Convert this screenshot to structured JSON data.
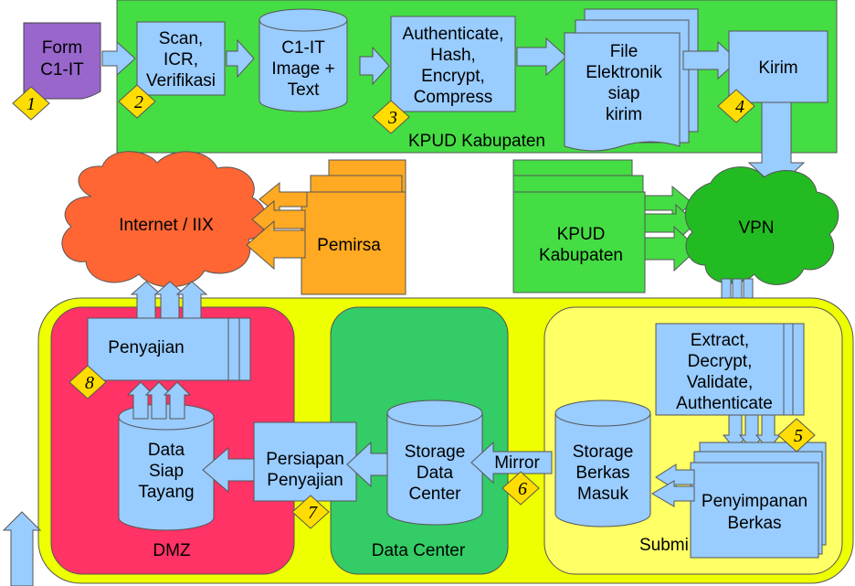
{
  "colors": {
    "kpud_green": "#44dd44",
    "box_blue": "#99ccff",
    "outer_yellow": "#eeff00",
    "dmz_red": "#ff3366",
    "datacenter_green": "#33cc66",
    "submit_yellow": "#ffff66",
    "internet_orange": "#ff6633",
    "vpn_green": "#22bb22",
    "form_purple": "#9966cc",
    "viewer_orange": "#ffaa22",
    "badge_yellow": "#ffdd00"
  },
  "top": {
    "form": [
      "Form",
      "C1-IT"
    ],
    "scan": [
      "Scan,",
      "ICR,",
      "Verifikasi"
    ],
    "c1it_db": [
      "C1-IT",
      "Image +",
      "Text"
    ],
    "auth": [
      "Authenticate,",
      "Hash,",
      "Encrypt,",
      "Compress"
    ],
    "file": [
      "File",
      "Elektronik",
      "siap",
      "kirim"
    ],
    "kirim": "Kirim",
    "kpud_label": "KPUD Kabupaten"
  },
  "middle": {
    "internet": "Internet / IIX",
    "pemirsa": "Pemirsa",
    "kpud": [
      "KPUD",
      "Kabupaten"
    ],
    "vpn": "VPN"
  },
  "bottom": {
    "penyajian": "Penyajian",
    "data_siap": [
      "Data",
      "Siap",
      "Tayang"
    ],
    "dmz_label": "DMZ",
    "persiapan": [
      "Persiapan",
      "Penyajian"
    ],
    "storage_dc": [
      "Storage",
      "Data",
      "Center"
    ],
    "datacenter_label": "Data Center",
    "mirror": "Mirror",
    "storage_masuk": [
      "Storage",
      "Berkas",
      "Masuk"
    ],
    "extract": [
      "Extract,",
      "Decrypt,",
      "Validate,",
      "Authenticate"
    ],
    "penyimpanan": [
      "Penyimpanan",
      "Berkas"
    ],
    "submit_label": "Submi"
  },
  "badges": [
    "1",
    "2",
    "3",
    "4",
    "5",
    "6",
    "7",
    "8"
  ],
  "icons": [
    "diamond-badge-icon",
    "database-cylinder-icon",
    "cloud-icon",
    "stacked-document-icon",
    "arrow-icon"
  ]
}
